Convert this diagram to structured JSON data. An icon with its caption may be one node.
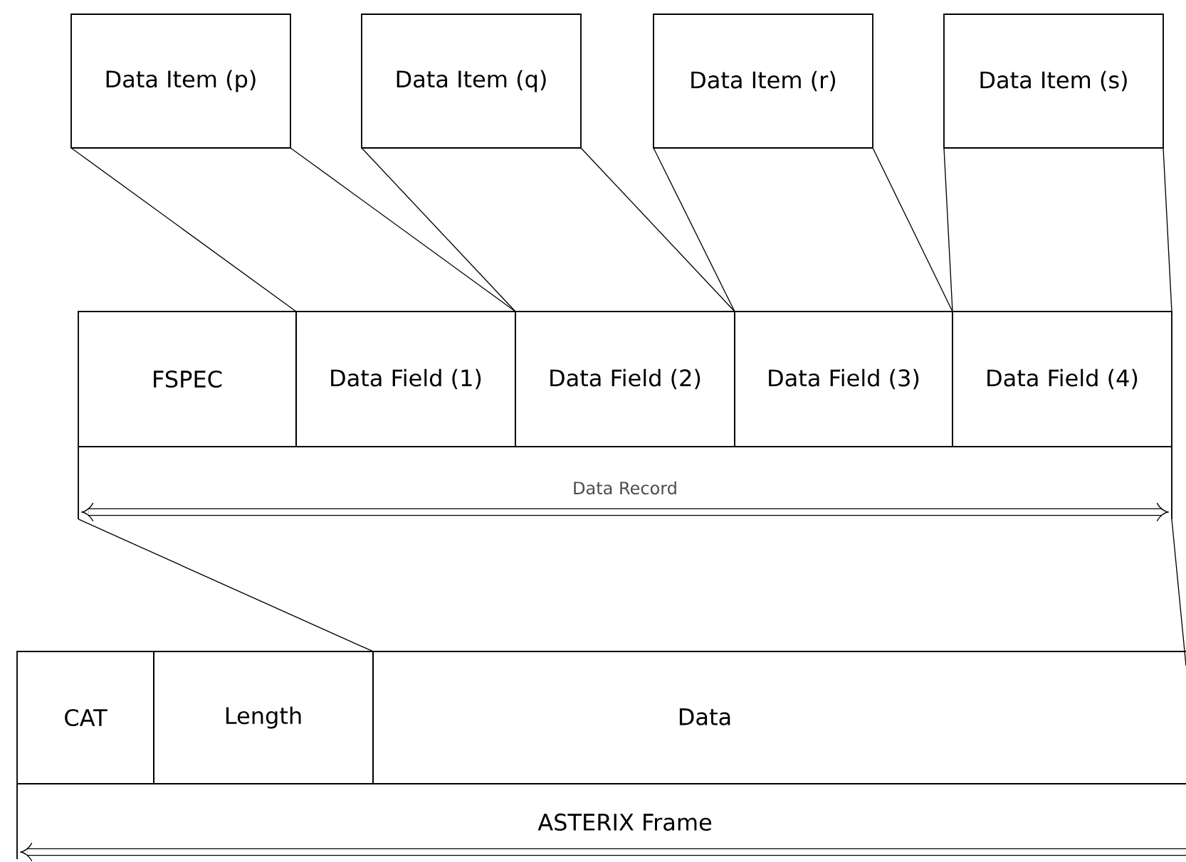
{
  "diagram": {
    "nodes": [
      {
        "text": [
          "Data Item (p)"
        ]
      },
      {
        "text": [
          "Data Item (q)"
        ]
      },
      {
        "text": [
          "Data Item (r)"
        ]
      },
      {
        "text": [
          "Data Item (s)"
        ]
      },
      {
        "text": [
          "FSPEC"
        ]
      },
      {
        "text": [
          "Data Field (1)"
        ]
      },
      {
        "text": [
          "Data Field (2)"
        ]
      },
      {
        "text": [
          "Data Field (3)"
        ]
      },
      {
        "text": [
          "Data Field (4)"
        ]
      },
      {
        "text": [
          "Data Record"
        ]
      },
      {
        "text": [
          "CAT"
        ]
      },
      {
        "text": [
          "Length"
        ]
      },
      {
        "text": [
          "Data"
        ]
      },
      {
        "text": [
          "ASTERIX Frame"
        ]
      }
    ],
    "edges": [
      {
        "from": 0,
        "to": 5,
        "arrow": "none"
      },
      {
        "from": 0,
        "to": 5,
        "arrow": "none"
      },
      {
        "from": 1,
        "to": 6,
        "arrow": "none"
      },
      {
        "from": 1,
        "to": 6,
        "arrow": "none"
      },
      {
        "from": 2,
        "to": 7,
        "arrow": "none"
      },
      {
        "from": 2,
        "to": 7,
        "arrow": "none"
      },
      {
        "from": 3,
        "to": 8,
        "arrow": "none"
      },
      {
        "from": 3,
        "to": 8,
        "arrow": "none"
      },
      {
        "from": 9,
        "to": 12,
        "arrow": "none"
      },
      {
        "from": 9,
        "to": 12,
        "arrow": "none"
      }
    ]
  }
}
